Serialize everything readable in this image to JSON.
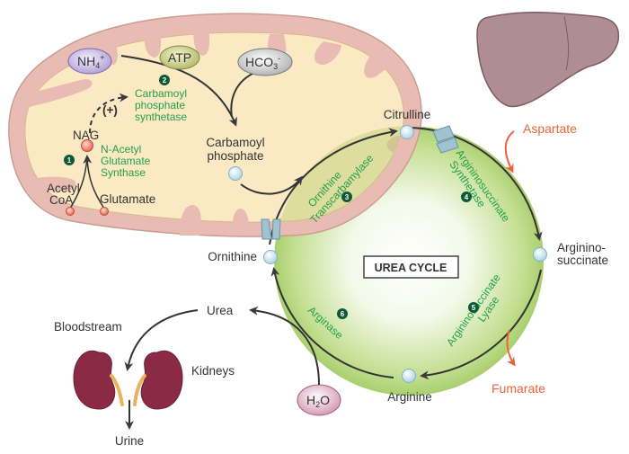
{
  "title": "UREA CYCLE",
  "colors": {
    "enzyme_text": "#23a04a",
    "step_badge": "#0e5a36",
    "side_product": "#e8643a",
    "mito_outer": "#e8bcb2",
    "mito_inner": "#fbe9c4",
    "cycle_fill": "#a9cf6e",
    "liver": "#b08d95",
    "kidney": "#8a2a45"
  },
  "mitochondrion": {
    "reactants": {
      "nh4": {
        "base": "NH",
        "sub": "4",
        "sup": "+"
      },
      "atp": {
        "label": "ATP"
      },
      "hco3": {
        "base": "HCO",
        "sub": "3",
        "sup": "-"
      }
    },
    "nag_label": "NAG",
    "activation_label": "(+)",
    "acetyl_coa": [
      "Acetyl",
      "CoA"
    ],
    "glutamate": "Glutamate",
    "carbamoyl_phosphate": [
      "Carbamoyl",
      "phosphate"
    ]
  },
  "enzymes": [
    {
      "step": "1",
      "lines": [
        "N-Acetyl",
        "Glutamate",
        "Synthase"
      ]
    },
    {
      "step": "2",
      "lines": [
        "Carbamoyl",
        "phosphate",
        "synthetase"
      ]
    },
    {
      "step": "3",
      "lines": [
        "Ornithine",
        "Transcarbamylase"
      ]
    },
    {
      "step": "4",
      "lines": [
        "Argininosuccinate",
        "Synthetase"
      ]
    },
    {
      "step": "5",
      "lines": [
        "Argininosuccinate",
        "Lyase"
      ]
    },
    {
      "step": "6",
      "lines": [
        "Arginase"
      ]
    }
  ],
  "intermediates": {
    "citrulline": "Citrulline",
    "argininosuccinate": [
      "Arginino-",
      "succinate"
    ],
    "arginine": "Arginine",
    "ornithine": "Ornithine"
  },
  "side_products": {
    "aspartate": "Aspartate",
    "fumarate": "Fumarate"
  },
  "water": {
    "base": "H",
    "sub": "2",
    "tail": "O"
  },
  "excretion": {
    "urea": "Urea",
    "bloodstream": "Bloodstream",
    "kidneys": "Kidneys",
    "urine": "Urine"
  }
}
